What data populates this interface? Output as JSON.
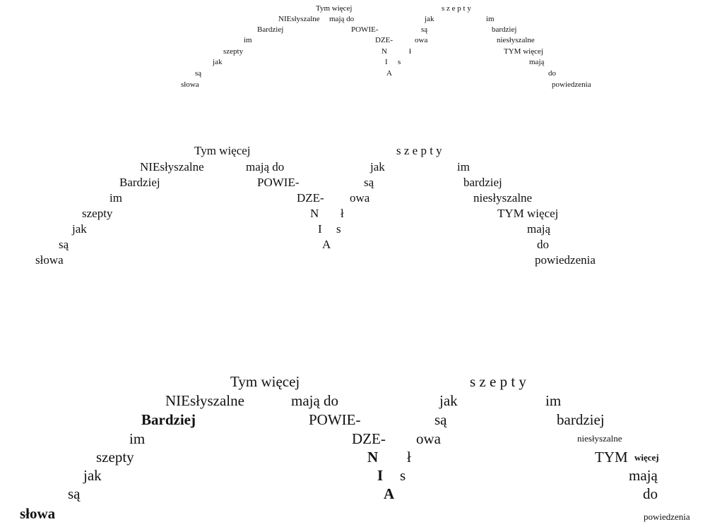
{
  "versions": [
    {
      "left_arc": [
        "Tym więcej",
        "NIEsłyszalne",
        "Bardziej",
        "im",
        "szepty",
        "jak",
        "są",
        "słowa"
      ],
      "middle": [
        "mają do",
        "POWIE-",
        "DZE-",
        "N",
        "I",
        "A",
        "jak",
        "są",
        "owa",
        "ł",
        "s"
      ],
      "top_right": "s z e p t y",
      "right_arc": [
        "im",
        "bardziej",
        "niesłyszalne",
        "TYM więcej",
        "mają",
        "do",
        "powiedzenia"
      ]
    },
    {
      "left_arc": [
        "Tym więcej",
        "NIEsłyszalne",
        "Bardziej",
        "im",
        "szepty",
        "jak",
        "są",
        "słowa"
      ],
      "middle": [
        "mają do",
        "POWIE-",
        "DZE-",
        "N",
        "I",
        "A",
        "jak",
        "są",
        "owa",
        "ł",
        "s"
      ],
      "top_right": "s z e p t y",
      "right_arc": [
        "im",
        "bardziej",
        "niesłyszalne",
        "TYM więcej",
        "mają",
        "do",
        "powiedzenia"
      ]
    },
    {
      "left_arc": [
        "Tym więcej",
        "NIEsłyszalne",
        "Bardziej",
        "im",
        "szepty",
        "jak",
        "są",
        "słowa"
      ],
      "middle": [
        "mają do",
        "POWIE-",
        "DZE-",
        "N",
        "I",
        "A",
        "jak",
        "są",
        "owa",
        "ł",
        "s"
      ],
      "top_right": "s z e p t y",
      "right_arc": [
        "im",
        "bardziej",
        "niesłyszalne",
        "TYM",
        "więcej",
        "mają",
        "do",
        "powiedzenia"
      ]
    }
  ]
}
